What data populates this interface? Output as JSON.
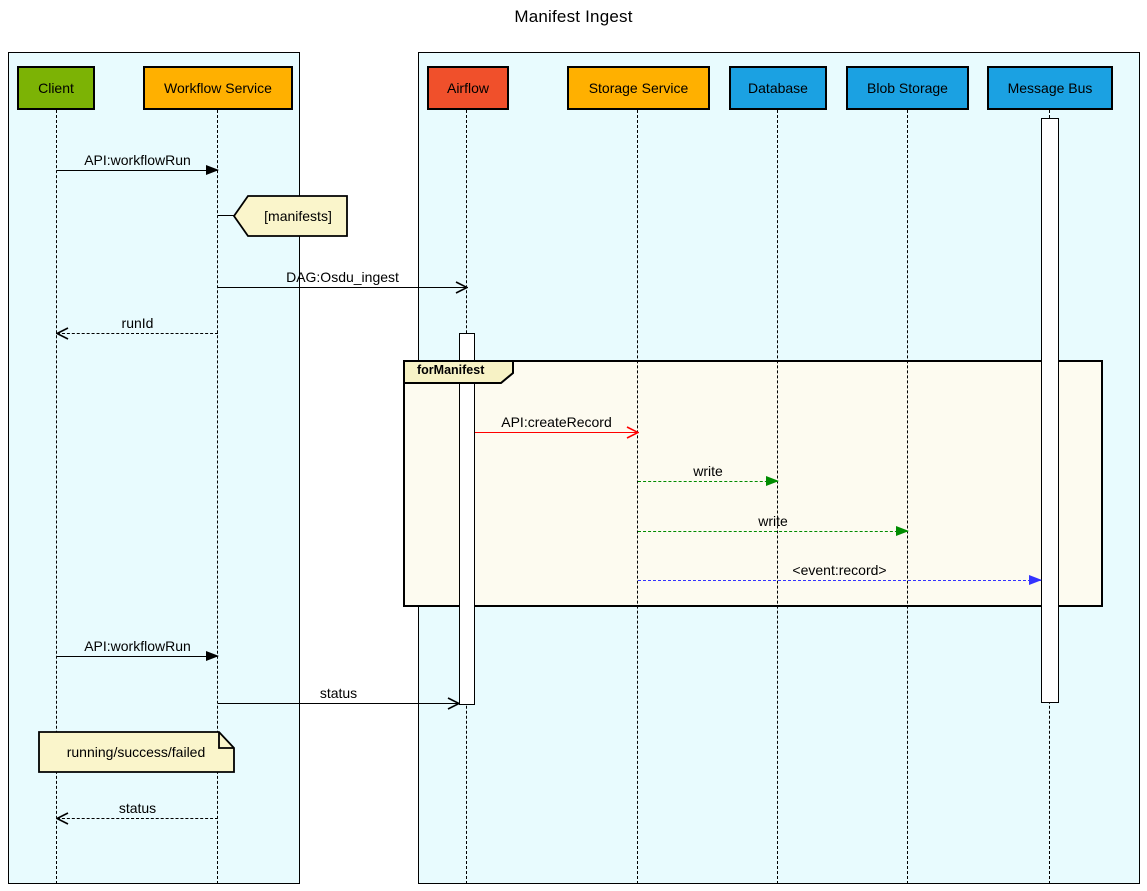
{
  "title": "Manifest Ingest",
  "participants": [
    {
      "name": "Client",
      "color": "#7CB305"
    },
    {
      "name": "Workflow Service",
      "color": "#FFB000"
    },
    {
      "name": "Airflow",
      "color": "#F0502B"
    },
    {
      "name": "Storage Service",
      "color": "#FFB000"
    },
    {
      "name": "Database",
      "color": "#1BA1E2"
    },
    {
      "name": "Blob Storage",
      "color": "#1BA1E2"
    },
    {
      "name": "Message Bus",
      "color": "#1BA1E2"
    }
  ],
  "loop": {
    "label": "forManifest"
  },
  "notes": {
    "manifests": "[manifests]",
    "status_note": "running/success/failed"
  },
  "messages": [
    {
      "label": "API:workflowRun",
      "from": "Client",
      "to": "Workflow Service",
      "line": "solid",
      "color": "#000000"
    },
    {
      "label": "DAG:Osdu_ingest",
      "from": "Workflow Service",
      "to": "Airflow",
      "line": "solid",
      "color": "#000000"
    },
    {
      "label": "runId",
      "from": "Workflow Service",
      "to": "Client",
      "line": "dashed",
      "color": "#000000"
    },
    {
      "label": "API:createRecord",
      "from": "Airflow",
      "to": "Storage Service",
      "line": "solid",
      "color": "#FF0000"
    },
    {
      "label": "write",
      "from": "Storage Service",
      "to": "Database",
      "line": "dashed",
      "color": "#008C00"
    },
    {
      "label": "write",
      "from": "Storage Service",
      "to": "Blob Storage",
      "line": "dashed",
      "color": "#008C00"
    },
    {
      "label": "<event:record>",
      "from": "Storage Service",
      "to": "Message Bus",
      "line": "dashed",
      "color": "#3333FF"
    },
    {
      "label": "API:workflowRun",
      "from": "Client",
      "to": "Workflow Service",
      "line": "solid",
      "color": "#000000"
    },
    {
      "label": "status",
      "from": "Workflow Service",
      "to": "Airflow",
      "line": "solid",
      "color": "#000000"
    },
    {
      "label": "status",
      "from": "Workflow Service",
      "to": "Client",
      "line": "dashed",
      "color": "#000000"
    }
  ],
  "colors": {
    "frame_background": "#E8FBFE",
    "loop_background": "#FDFBF0",
    "note_background": "#FAF5CB",
    "participant_green": "#7CB305",
    "participant_orange": "#FFB000",
    "participant_red": "#F0502B",
    "participant_blue": "#1BA1E2",
    "arrow_black": "#000000",
    "arrow_red": "#FF0000",
    "arrow_green": "#008C00",
    "arrow_blue": "#3333FF"
  }
}
